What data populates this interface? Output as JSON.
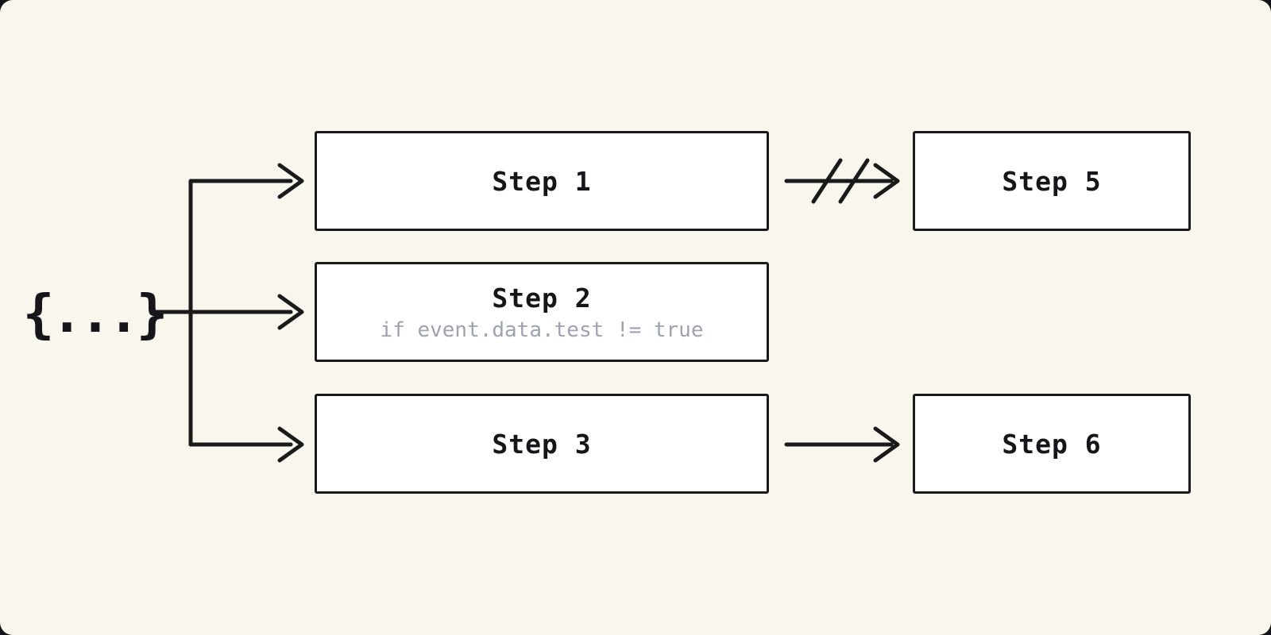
{
  "diagram": {
    "title": "workflow-branching-diagram",
    "colors": {
      "ink": "#1a1a1a",
      "background": "#f9f7ed",
      "node_fill": "#ffffff",
      "muted_text": "#9ca3af"
    },
    "trigger": {
      "label": "{...}"
    },
    "boxes": {
      "step1": {
        "label": "Step 1"
      },
      "step2": {
        "label": "Step 2",
        "condition": "if event.data.test != true"
      },
      "step3": {
        "label": "Step 3"
      },
      "step5": {
        "label": "Step 5"
      },
      "step6": {
        "label": "Step 6"
      }
    },
    "edges": [
      {
        "from": "trigger",
        "to": "step1",
        "status": "active"
      },
      {
        "from": "trigger",
        "to": "step2",
        "status": "active"
      },
      {
        "from": "trigger",
        "to": "step3",
        "status": "active"
      },
      {
        "from": "step1",
        "to": "step5",
        "status": "broken"
      },
      {
        "from": "step3",
        "to": "step6",
        "status": "active"
      }
    ]
  }
}
